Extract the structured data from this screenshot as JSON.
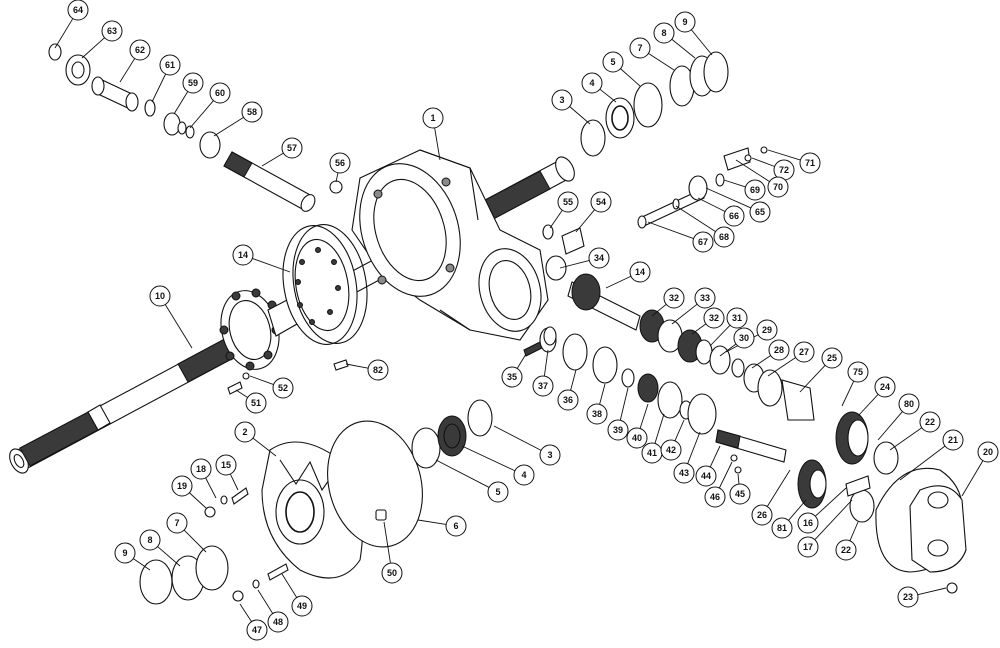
{
  "diagram": {
    "callouts": [
      {
        "id": "c64",
        "label": "64"
      },
      {
        "id": "c63",
        "label": "63"
      },
      {
        "id": "c62",
        "label": "62"
      },
      {
        "id": "c61",
        "label": "61"
      },
      {
        "id": "c59",
        "label": "59"
      },
      {
        "id": "c60",
        "label": "60"
      },
      {
        "id": "c58",
        "label": "58"
      },
      {
        "id": "c57",
        "label": "57"
      },
      {
        "id": "c56",
        "label": "56"
      },
      {
        "id": "c1",
        "label": "1"
      },
      {
        "id": "c3a",
        "label": "3"
      },
      {
        "id": "c4a",
        "label": "4"
      },
      {
        "id": "c5a",
        "label": "5"
      },
      {
        "id": "c7a",
        "label": "7"
      },
      {
        "id": "c8a",
        "label": "8"
      },
      {
        "id": "c9a",
        "label": "9"
      },
      {
        "id": "c71",
        "label": "71"
      },
      {
        "id": "c72",
        "label": "72"
      },
      {
        "id": "c70",
        "label": "70"
      },
      {
        "id": "c69",
        "label": "69"
      },
      {
        "id": "c65",
        "label": "65"
      },
      {
        "id": "c66",
        "label": "66"
      },
      {
        "id": "c68",
        "label": "68"
      },
      {
        "id": "c67",
        "label": "67"
      },
      {
        "id": "c55",
        "label": "55"
      },
      {
        "id": "c54",
        "label": "54"
      },
      {
        "id": "c34",
        "label": "34"
      },
      {
        "id": "c14a",
        "label": "14"
      },
      {
        "id": "c14b",
        "label": "14"
      },
      {
        "id": "c10",
        "label": "10"
      },
      {
        "id": "c32a",
        "label": "32"
      },
      {
        "id": "c33",
        "label": "33"
      },
      {
        "id": "c32b",
        "label": "32"
      },
      {
        "id": "c31",
        "label": "31"
      },
      {
        "id": "c29",
        "label": "29"
      },
      {
        "id": "c30",
        "label": "30"
      },
      {
        "id": "c28",
        "label": "28"
      },
      {
        "id": "c27",
        "label": "27"
      },
      {
        "id": "c25",
        "label": "25"
      },
      {
        "id": "c75",
        "label": "75"
      },
      {
        "id": "c24",
        "label": "24"
      },
      {
        "id": "c80",
        "label": "80"
      },
      {
        "id": "c22a",
        "label": "22"
      },
      {
        "id": "c21",
        "label": "21"
      },
      {
        "id": "c20",
        "label": "20"
      },
      {
        "id": "c82",
        "label": "82"
      },
      {
        "id": "c52",
        "label": "52"
      },
      {
        "id": "c51",
        "label": "51"
      },
      {
        "id": "c35",
        "label": "35"
      },
      {
        "id": "c37",
        "label": "37"
      },
      {
        "id": "c36",
        "label": "36"
      },
      {
        "id": "c38",
        "label": "38"
      },
      {
        "id": "c39",
        "label": "39"
      },
      {
        "id": "c40",
        "label": "40"
      },
      {
        "id": "c41",
        "label": "41"
      },
      {
        "id": "c42",
        "label": "42"
      },
      {
        "id": "c43",
        "label": "43"
      },
      {
        "id": "c44",
        "label": "44"
      },
      {
        "id": "c46",
        "label": "46"
      },
      {
        "id": "c45",
        "label": "45"
      },
      {
        "id": "c26",
        "label": "26"
      },
      {
        "id": "c81",
        "label": "81"
      },
      {
        "id": "c16",
        "label": "16"
      },
      {
        "id": "c17",
        "label": "17"
      },
      {
        "id": "c22b",
        "label": "22"
      },
      {
        "id": "c23",
        "label": "23"
      },
      {
        "id": "c2",
        "label": "2"
      },
      {
        "id": "c3b",
        "label": "3"
      },
      {
        "id": "c4b",
        "label": "4"
      },
      {
        "id": "c5b",
        "label": "5"
      },
      {
        "id": "c6",
        "label": "6"
      },
      {
        "id": "c50",
        "label": "50"
      },
      {
        "id": "c18",
        "label": "18"
      },
      {
        "id": "c15",
        "label": "15"
      },
      {
        "id": "c19",
        "label": "19"
      },
      {
        "id": "c9b",
        "label": "9"
      },
      {
        "id": "c8b",
        "label": "8"
      },
      {
        "id": "c7b",
        "label": "7"
      },
      {
        "id": "c47",
        "label": "47"
      },
      {
        "id": "c48",
        "label": "48"
      },
      {
        "id": "c49",
        "label": "49"
      }
    ]
  }
}
